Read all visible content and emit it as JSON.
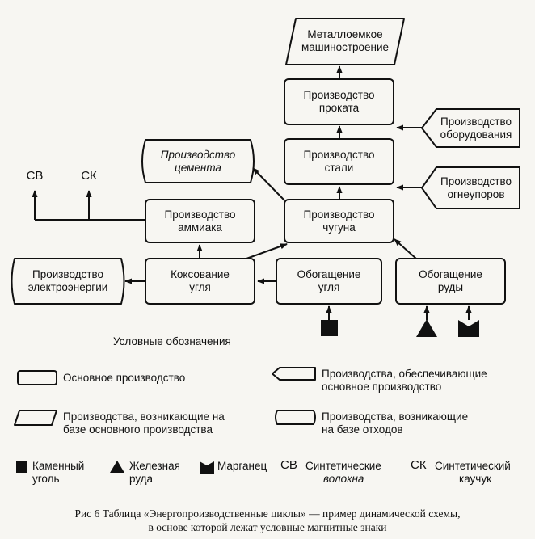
{
  "diagram": {
    "nodes": {
      "metal": {
        "line1": "Металлоемкое",
        "line2": "машиностроение"
      },
      "rolling": {
        "line1": "Производство",
        "line2": "проката"
      },
      "equipment": {
        "line1": "Производство",
        "line2": "оборудования"
      },
      "steel": {
        "line1": "Производство",
        "line2": "стали"
      },
      "refractory": {
        "line1": "Производство",
        "line2": "огнеупоров"
      },
      "cement": {
        "line1": "Производство",
        "line2": "цемента"
      },
      "ammonia": {
        "line1": "Производство",
        "line2": "аммиака"
      },
      "iron": {
        "line1": "Производство",
        "line2": "чугуна"
      },
      "power": {
        "line1": "Производство",
        "line2": "электроэнергии"
      },
      "coking": {
        "line1": "Коксование",
        "line2": "угля"
      },
      "coal_enrich": {
        "line1": "Обогащение",
        "line2": "угля"
      },
      "ore_enrich": {
        "line1": "Обогащение",
        "line2": "руды"
      }
    },
    "outputs": {
      "sv": "СВ",
      "sk": "СК"
    }
  },
  "legend": {
    "title": "Условные обозначения",
    "main": "Основное производство",
    "supporting": {
      "line1": "Производства, обеспечивающие",
      "line2": "основное производство"
    },
    "derived_main": {
      "line1": "Производства, возникающие на",
      "line2": "базе основного производства"
    },
    "derived_waste": {
      "line1": "Производства, возникающие",
      "line2": "на базе отходов"
    },
    "coal": {
      "line1": "Каменный",
      "line2": "уголь"
    },
    "ore": {
      "line1": "Железная",
      "line2": "руда"
    },
    "manganese": "Марганец",
    "sv_code": "СВ",
    "sv": {
      "line1": "Синтетические",
      "line2": "волокна"
    },
    "sk_code": "СК",
    "sk": {
      "line1": "Синтетический",
      "line2": "каучук"
    }
  },
  "caption": {
    "line1": "Рис 6 Таблица «Энергопроизводственные циклы» — пример динамической схемы,",
    "line2": "в основе которой лежат условные магнитные знаки"
  }
}
